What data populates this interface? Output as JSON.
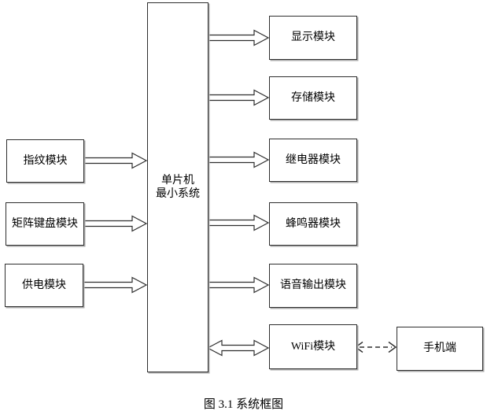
{
  "figure": {
    "caption": "图 3.1 系统框图",
    "mcu": {
      "line1": "单片机",
      "line2": "最小系统"
    },
    "inputs": [
      {
        "label": "指纹模块"
      },
      {
        "label": "矩阵键盘模块"
      },
      {
        "label": "供电模块"
      }
    ],
    "outputs": [
      {
        "label": "显示模块"
      },
      {
        "label": "存储模块"
      },
      {
        "label": "继电器模块"
      },
      {
        "label": "蜂鸣器模块"
      },
      {
        "label": "语音输出模块"
      },
      {
        "label": "WiFi模块"
      }
    ],
    "phone": {
      "label": "手机端"
    },
    "connections": [
      {
        "from": "指纹模块",
        "to": "单片机最小系统",
        "style": "solid",
        "direction": "one-way"
      },
      {
        "from": "矩阵键盘模块",
        "to": "单片机最小系统",
        "style": "solid",
        "direction": "one-way"
      },
      {
        "from": "供电模块",
        "to": "单片机最小系统",
        "style": "solid",
        "direction": "one-way"
      },
      {
        "from": "单片机最小系统",
        "to": "显示模块",
        "style": "solid",
        "direction": "one-way"
      },
      {
        "from": "单片机最小系统",
        "to": "存储模块",
        "style": "solid",
        "direction": "one-way"
      },
      {
        "from": "单片机最小系统",
        "to": "继电器模块",
        "style": "solid",
        "direction": "one-way"
      },
      {
        "from": "单片机最小系统",
        "to": "蜂鸣器模块",
        "style": "solid",
        "direction": "one-way"
      },
      {
        "from": "单片机最小系统",
        "to": "语音输出模块",
        "style": "solid",
        "direction": "one-way"
      },
      {
        "from": "单片机最小系统",
        "to": "WiFi模块",
        "style": "solid",
        "direction": "two-way"
      },
      {
        "from": "WiFi模块",
        "to": "手机端",
        "style": "dashed",
        "direction": "two-way"
      }
    ],
    "colors": {
      "line": "#2e2e2e",
      "background": "#ffffff",
      "text": "#000000"
    }
  }
}
